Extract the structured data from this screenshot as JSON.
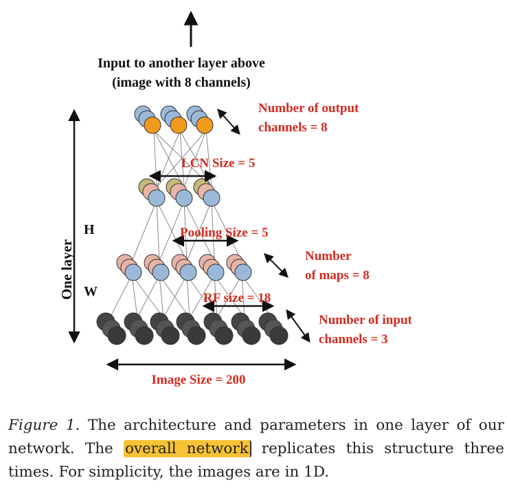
{
  "figure": {
    "top_caption_line1": "Input to another layer above",
    "top_caption_line2": "(image with 8 channels)",
    "output_channels_line1": "Number  of output",
    "output_channels_line2": "channels = 8",
    "lcn_size": "LCN Size = 5",
    "pooling_size": "Pooling Size = 5",
    "maps_line1": "Number",
    "maps_line2": "of maps = 8",
    "rf_size": "RF size = 18",
    "input_channels_line1": "Number  of input",
    "input_channels_line2": "channels = 3",
    "image_size": "Image Size = 200",
    "one_layer": "One layer",
    "h_label": "H",
    "w_label": "W",
    "colors": {
      "label_red": "#d42a1f",
      "input_neuron": "#555555",
      "map_neuron_front": "#9bb8d8",
      "map_neuron_back": "#e8b4a8",
      "output_neuron_front": "#f29a1e",
      "output_neuron_back": "#9bb8d8"
    }
  },
  "caption": {
    "label": "Figure 1.",
    "part1": " The architecture and parameters in one layer of our network. The ",
    "highlight": "overall network",
    "part2": " replicates this structure three times. For simplicity, the images are in 1D."
  }
}
